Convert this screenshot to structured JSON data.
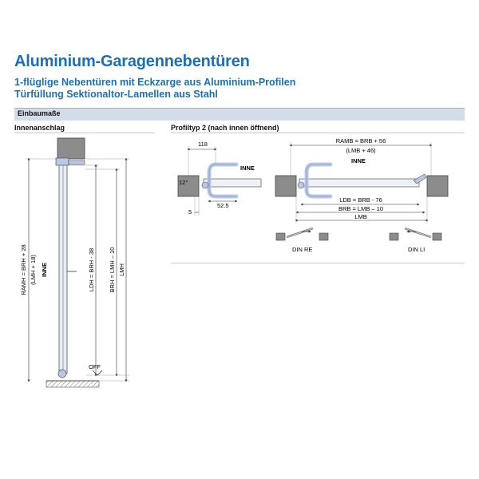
{
  "header": {
    "title": "Aluminium-Garagennebentüren",
    "subtitle_line1": "1-flüglige Nebentüren mit Eckzarge aus Aluminium-Profilen",
    "subtitle_line2": "Türfüllung Sektionaltor-Lamellen aus Stahl"
  },
  "section": {
    "label": "Einbaumaße"
  },
  "left_panel": {
    "heading": "Innenanschlag",
    "ramh_line1": "RAMH = BRH + 28",
    "ramh_line2": "(LMH + 18)",
    "inne": "INNE",
    "ldh": "LDH = BRH - 38",
    "brh": "BRH = LMH – 10",
    "lmh": "LMH",
    "off": "OFF"
  },
  "right_panel": {
    "heading": "Profiltyp 2 (nach innen öffnend)",
    "dim_118": "118",
    "inne_left": "INNE",
    "angle": "12°",
    "dim_52_5": "52.5",
    "dim_5": "5",
    "ramb_line1": "RAMB = BRB + 56",
    "ramb_line2": "(LMB + 46)",
    "inne_right": "INNE",
    "ldb": "LDB = BRB - 76",
    "brb": "BRB = LMB – 10",
    "lmb": "LMB",
    "din_re": "DIN RE",
    "din_li": "DIN LI"
  },
  "colors": {
    "brand_blue": "#1d6fb5",
    "section_bar": "#d2dde7",
    "frame_blue": "#b9c8e6",
    "wall_gray": "#8c8c8c"
  }
}
